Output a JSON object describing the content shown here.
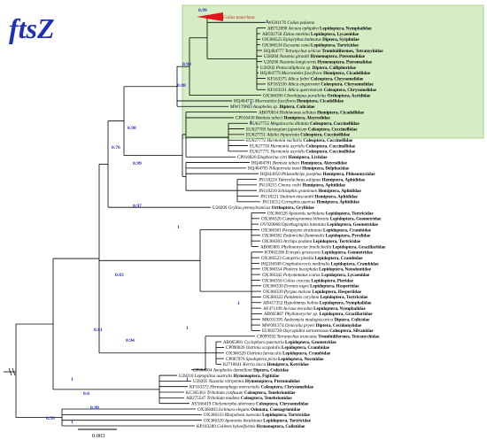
{
  "title": "ftsZ",
  "scale_label": "0.003",
  "colors": {
    "title": "#1e2fb8",
    "support": "#1e2fb8",
    "highlight_bg": "#d6ecc4",
    "highlight_border": "#a9cf8d",
    "triangle": "#e0151c",
    "branch": "#000000",
    "colias": "#c8161d"
  },
  "support_values": [
    "0.99",
    "1",
    "0.98",
    "0.88",
    "1",
    "1",
    "0.98",
    "0.76",
    "0.99",
    "0.97",
    "1",
    "0.83",
    "1",
    "0.81",
    "0.94",
    "1",
    "1",
    "0.6",
    "0.99",
    "1",
    "1",
    "0.59"
  ],
  "leaves": [
    {
      "acc": "",
      "name": "Colias tamerlana",
      "group": ""
    },
    {
      "acc": "WG81176",
      "name": "Colias palaeno",
      "group": ""
    },
    {
      "acc": "AB712090",
      "name": "Arcaea ephipdra",
      "group": "Lepidoptera, Nymphalidae"
    },
    {
      "acc": "AB592758",
      "name": "Zizina emelina",
      "group": "Lepidoptera, Lycaenidae"
    },
    {
      "acc": "OX366525",
      "name": "Episyrphus balteatus",
      "group": "Diptera, Syrphidae"
    },
    {
      "acc": "OX366534",
      "name": "Eucosma cana",
      "group": "Lepidoptera, Tortricidae"
    },
    {
      "acc": "HQ404777",
      "name": "Tetranychus urticae",
      "group": "Trombidiformes, Tetranychidae"
    },
    {
      "acc": "U28204",
      "name": "Nasonia giraulti",
      "group": "Hymenoptera, Pteromalidae"
    },
    {
      "acc": "U28206",
      "name": "Nasonia longicornis",
      "group": "Hymenoptera, Pteromalidae"
    },
    {
      "acc": "U28202",
      "name": "Protocalliphora sp.",
      "group": "Diptera, Calliphoridae"
    },
    {
      "acc": "HQ404779",
      "name": "Macrosteles fascifrons",
      "group": "Hemiptera, Cicadellidae"
    },
    {
      "acc": "KF163375",
      "name": "Altica lythri",
      "group": "Coleoptera, Chrysomelidae"
    },
    {
      "acc": "KF163330",
      "name": "Altica engstroemi",
      "group": "Coleoptera, Chrysomelidae"
    },
    {
      "acc": "KF163331",
      "name": "Altica quercetorum",
      "group": "Coleoptera, Chrysomelidae"
    },
    {
      "acc": "OX366390",
      "name": "Chorthippus parallelus",
      "group": "Orthoptera, Acrididae"
    },
    {
      "acc": "HQ404775",
      "name": "Macrosteles fascifrons",
      "group": "Hemiptera, Cicadellidae"
    },
    {
      "acc": "MW179603",
      "name": "Anopheles sp.",
      "group": "Diptera, Culicidae"
    },
    {
      "acc": "AB070014",
      "name": "Hishimonus sellatus",
      "group": "Hemiptera, Cicadellidae"
    },
    {
      "acc": "CP016430",
      "name": "Bemisia tabaci",
      "group": "Hemiptera, Aleyrodidae"
    },
    {
      "acc": "EU627755",
      "name": "Megalocaria dilatata",
      "group": "Coleoptera, Coccinellidae"
    },
    {
      "acc": "EU627769",
      "name": "Sarangium japonicum",
      "group": "Coleoptera, Coccinellidae"
    },
    {
      "acc": "EU627751",
      "name": "Adalia bipunctata",
      "group": "Coleoptera, Coccinellidae"
    },
    {
      "acc": "EU627772",
      "name": "Harmonia eucharis",
      "group": "Coleoptera, Coccinellidae"
    },
    {
      "acc": "EU627750",
      "name": "Harmonia axyridis",
      "group": "Coleoptera, Coccinellidae"
    },
    {
      "acc": "EU627771",
      "name": "Harmonia axyridis",
      "group": "Coleoptera, Coccinellidae"
    },
    {
      "acc": "CP016820",
      "name": "Diaphorina citri",
      "group": "Hemiptera, Liviidae"
    },
    {
      "acc": "HQ404781",
      "name": "Bemisia tabaci",
      "group": "Hemiptera, Aleyrodidae"
    },
    {
      "acc": "HQ404783",
      "name": "Nilaparvata nuxii",
      "group": "Hemiptera, Delphacidae"
    },
    {
      "acc": "HQ643050",
      "name": "Phlaeothrips josephus",
      "group": "Hemiptera, Phloeomyzidae"
    },
    {
      "acc": "JN110224",
      "name": "Tuberolachnus salignus",
      "group": "Hemiptera, Aphididae"
    },
    {
      "acc": "JN110215",
      "name": "Cinara cedri",
      "group": "Hemiptera, Aphididae"
    },
    {
      "acc": "JN110210",
      "name": "Schizaphis graminum",
      "group": "Hemiptera, Aphididae"
    },
    {
      "acc": "JN110221",
      "name": "Sitobion miscanthi",
      "group": "Hemiptera, Aphididae"
    },
    {
      "acc": "JN110212",
      "name": "Cervaphis quercus",
      "group": "Hemiptera, Aphididae"
    },
    {
      "acc": "U28209",
      "name": "Gryllus pennsylvanicus",
      "group": "Orthoptera, Gryllidae"
    },
    {
      "acc": "OX366328",
      "name": "Apotomis turbidana",
      "group": "Lepidoptera, Tortricidae"
    },
    {
      "acc": "OX366320",
      "name": "Camptogramma bilineata",
      "group": "Lepidoptera, Geometridae"
    },
    {
      "acc": "OV920068",
      "name": "Opisthograptis luteolata",
      "group": "Lepidoptera, Geometridae"
    },
    {
      "acc": "OX366381",
      "name": "Parapoynx stratiotata",
      "group": "Lepidoptera, Crambidae"
    },
    {
      "acc": "OX366382",
      "name": "Endotricha flammealis",
      "group": "Lepidoptera, Pyralidae"
    },
    {
      "acc": "OX366303",
      "name": "Archips podana",
      "group": "Lepidoptera, Tortricidae"
    },
    {
      "acc": "AB005881",
      "name": "Phyllonorycter froelichiella",
      "group": "Lepidoptera, Gracillariidae"
    },
    {
      "acc": "KT002206",
      "name": "Ectropis grisescens",
      "group": "Lepidoptera, Geometridae"
    },
    {
      "acc": "OX366523",
      "name": "Catoptria pinella",
      "group": "Lepidoptera, Crambidae"
    },
    {
      "acc": "HQ336508",
      "name": "Cnaphalocrocis medinalis",
      "group": "Lepidoptera, Crambidae"
    },
    {
      "acc": "OX366354",
      "name": "Phalera bucephala",
      "group": "Lepidoptera, Notodontidae"
    },
    {
      "acc": "OX366342",
      "name": "Polyommatus icarus",
      "group": "Lepidoptera, Lycaenidae"
    },
    {
      "acc": "OX366356",
      "name": "Colias croceus",
      "group": "Lepidoptera, Pieridae"
    },
    {
      "acc": "OX366330",
      "name": "Erynnis tages",
      "group": "Lepidoptera, Hesperiidae"
    },
    {
      "acc": "OX366339",
      "name": "Pyrgus malvae",
      "group": "Lepidoptera, Hesperiidae"
    },
    {
      "acc": "OX366322",
      "name": "Pandemis corylana",
      "group": "Lepidoptera, Tortricidae"
    },
    {
      "acc": "AB417352",
      "name": "Hypolimnas bolina",
      "group": "Lepidoptera, Nymphalidae"
    },
    {
      "acc": "AF471199",
      "name": "Acraea encedon",
      "group": "Lepidoptera, Nymphalidae"
    },
    {
      "acc": "AB005887",
      "name": "Phyllonorycter sp.",
      "group": "Lepidoptera, Gracillariidae"
    },
    {
      "acc": "MK031395",
      "name": "Aedeomyia madagascarica",
      "group": "Diptera, Culicidae"
    },
    {
      "acc": "MW091374",
      "name": "Ornicolia pryeri",
      "group": "Diptera, Cecidomyiidae"
    },
    {
      "acc": "EU692720",
      "name": "Oxycopidini sarmentosus",
      "group": "Coleoptera, Silvanidae"
    },
    {
      "acc": "CP099592",
      "name": "Tetranychus truncatus",
      "group": "Trombidiformes, Tetranychidae"
    },
    {
      "acc": "AB065881",
      "name": "Cyclophora punctaria",
      "group": "Lepidoptera, Geometridae"
    },
    {
      "acc": "CP090026",
      "name": "Ostrinia scapulalis",
      "group": "Lepidoptera, Crambidae"
    },
    {
      "acc": "OX366320",
      "name": "Ostrinia furnacalis",
      "group": "Lepidoptera, Crambidae"
    },
    {
      "acc": "CP067976",
      "name": "Spodoptera picta",
      "group": "Lepidoptera, Noctuidae"
    },
    {
      "acc": "KJ710841",
      "name": "Kerria lacca",
      "group": "Hemiptera, Kerriidae"
    },
    {
      "acc": "CP084004",
      "name": "Anopheles demeilloni",
      "group": "Diptera, Culicidae"
    },
    {
      "acc": "U28210",
      "name": "Leptopilina australis",
      "group": "Hymenoptera, Figitidae"
    },
    {
      "acc": "U28205",
      "name": "Nasonia vitripennis",
      "group": "Hymenoptera, Pteromalidae"
    },
    {
      "acc": "KF163372",
      "name": "Hermaeophaga mercurialis",
      "group": "Coleoptera, Chrysomelidae"
    },
    {
      "acc": "KC305361",
      "name": "Tribolium confusum",
      "group": "Coleoptera, Tenebrionidae"
    },
    {
      "acc": "AB275547",
      "name": "Tribolium madens",
      "group": "Coleoptera, Tenebrionidae"
    },
    {
      "acc": "AY566419",
      "name": "Chelymorpha alternans",
      "group": "Coleoptera, Chrysomelidae"
    },
    {
      "acc": "OX366403",
      "name": "Ischnura elegans",
      "group": "Odonata, Coenagrionidae"
    },
    {
      "acc": "OX366333",
      "name": "Rhopobota naevana",
      "group": "Lepidoptera, Tortricidae"
    },
    {
      "acc": "OX366320",
      "name": "Apotomis betuletana",
      "group": "Lepidoptera, Tortricidae"
    },
    {
      "acc": "KP183289",
      "name": "Colletes hylaeiformis",
      "group": "Hymenoptera, Colletidae"
    }
  ]
}
